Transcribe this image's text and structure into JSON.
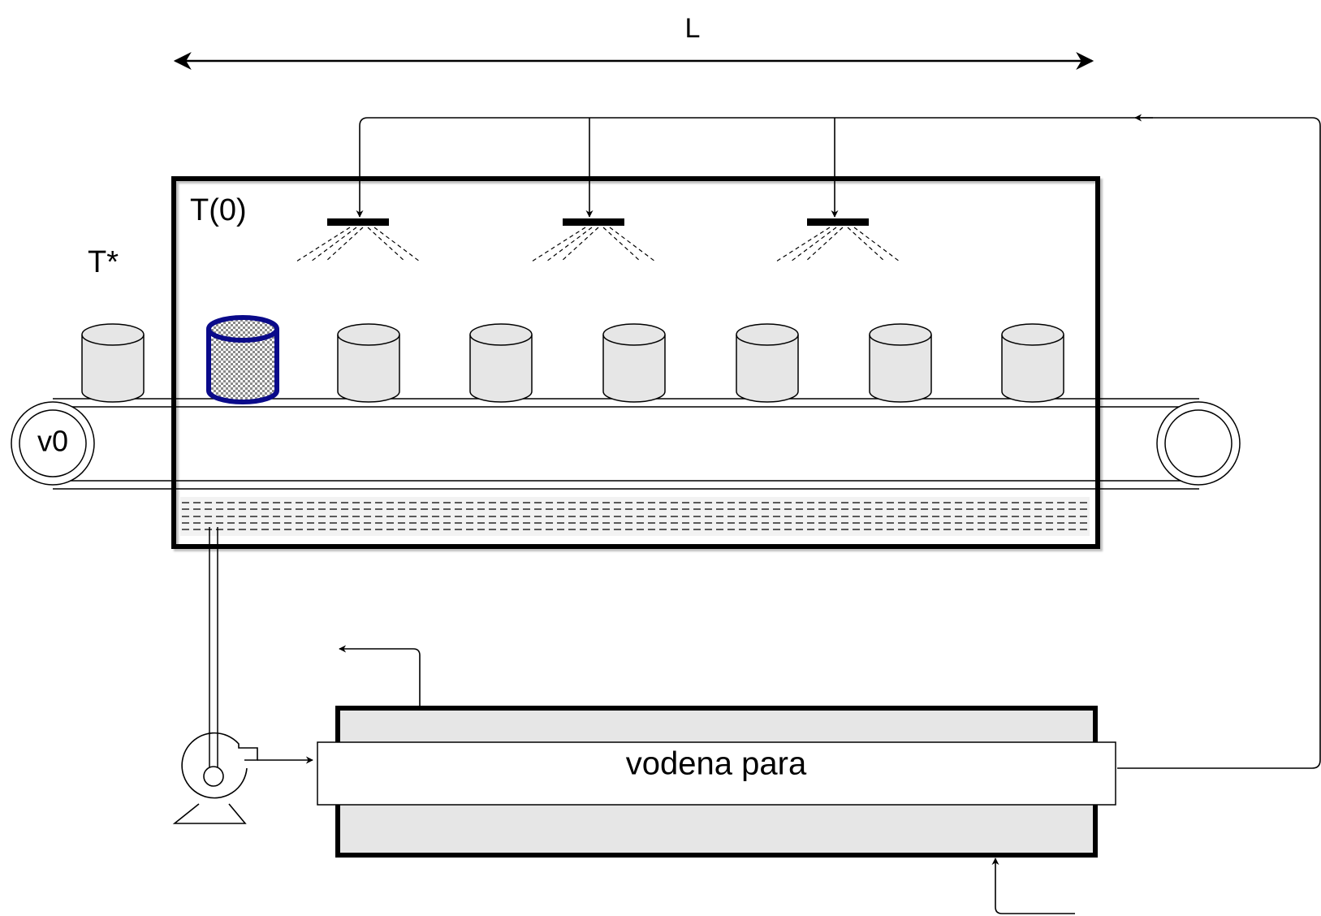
{
  "labels": {
    "length": "L",
    "initial_temp": "T(0)",
    "ambient_temp": "T*",
    "speed": "v0",
    "heat_exchanger": "vodena para"
  },
  "colors": {
    "highlight_can_stroke": "#0a0a8a",
    "can_fill": "#e6e6e6",
    "exchanger_fill": "#e6e6e6",
    "line": "#000000"
  },
  "cans": {
    "count": 8,
    "highlighted_index": 1
  },
  "sprayers": {
    "count": 3
  }
}
